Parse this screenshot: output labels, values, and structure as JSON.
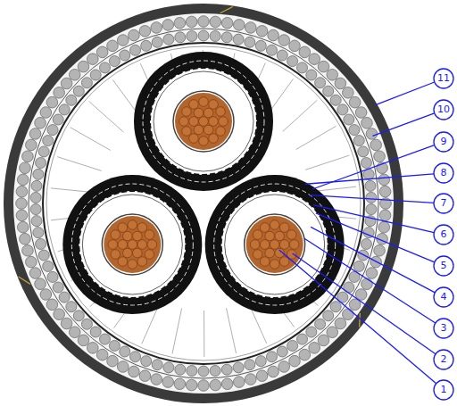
{
  "diagram": {
    "labels": [
      "11",
      "10",
      "9",
      "8",
      "7",
      "6",
      "5",
      "4",
      "3",
      "2",
      "1"
    ]
  }
}
